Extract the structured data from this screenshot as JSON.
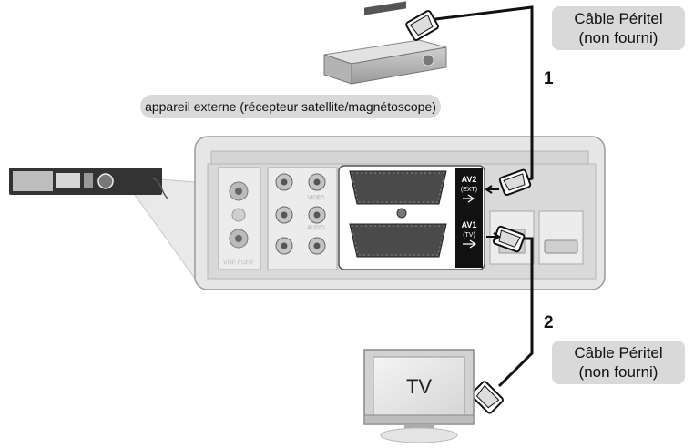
{
  "cable_top": {
    "line1": "Câble Péritel",
    "line2": "(non fourni)"
  },
  "cable_bottom": {
    "line1": "Câble Péritel",
    "line2": "(non fourni)"
  },
  "steps": {
    "one": "1",
    "two": "2"
  },
  "external_device_label": "appareil externe (récepteur satellite/magnétoscope)",
  "ports": {
    "av2": "AV2",
    "av2_sub": "(EXT)",
    "av1": "AV1",
    "av1_sub": "(TV)",
    "vhf_uhf": "VHF / UHF",
    "audio": "AUDIO",
    "video": "VIDEO"
  },
  "tv_label": "TV",
  "colors": {
    "pill": "#d9d9d9",
    "panel": "#e6e6e6",
    "cable": "#111111"
  }
}
